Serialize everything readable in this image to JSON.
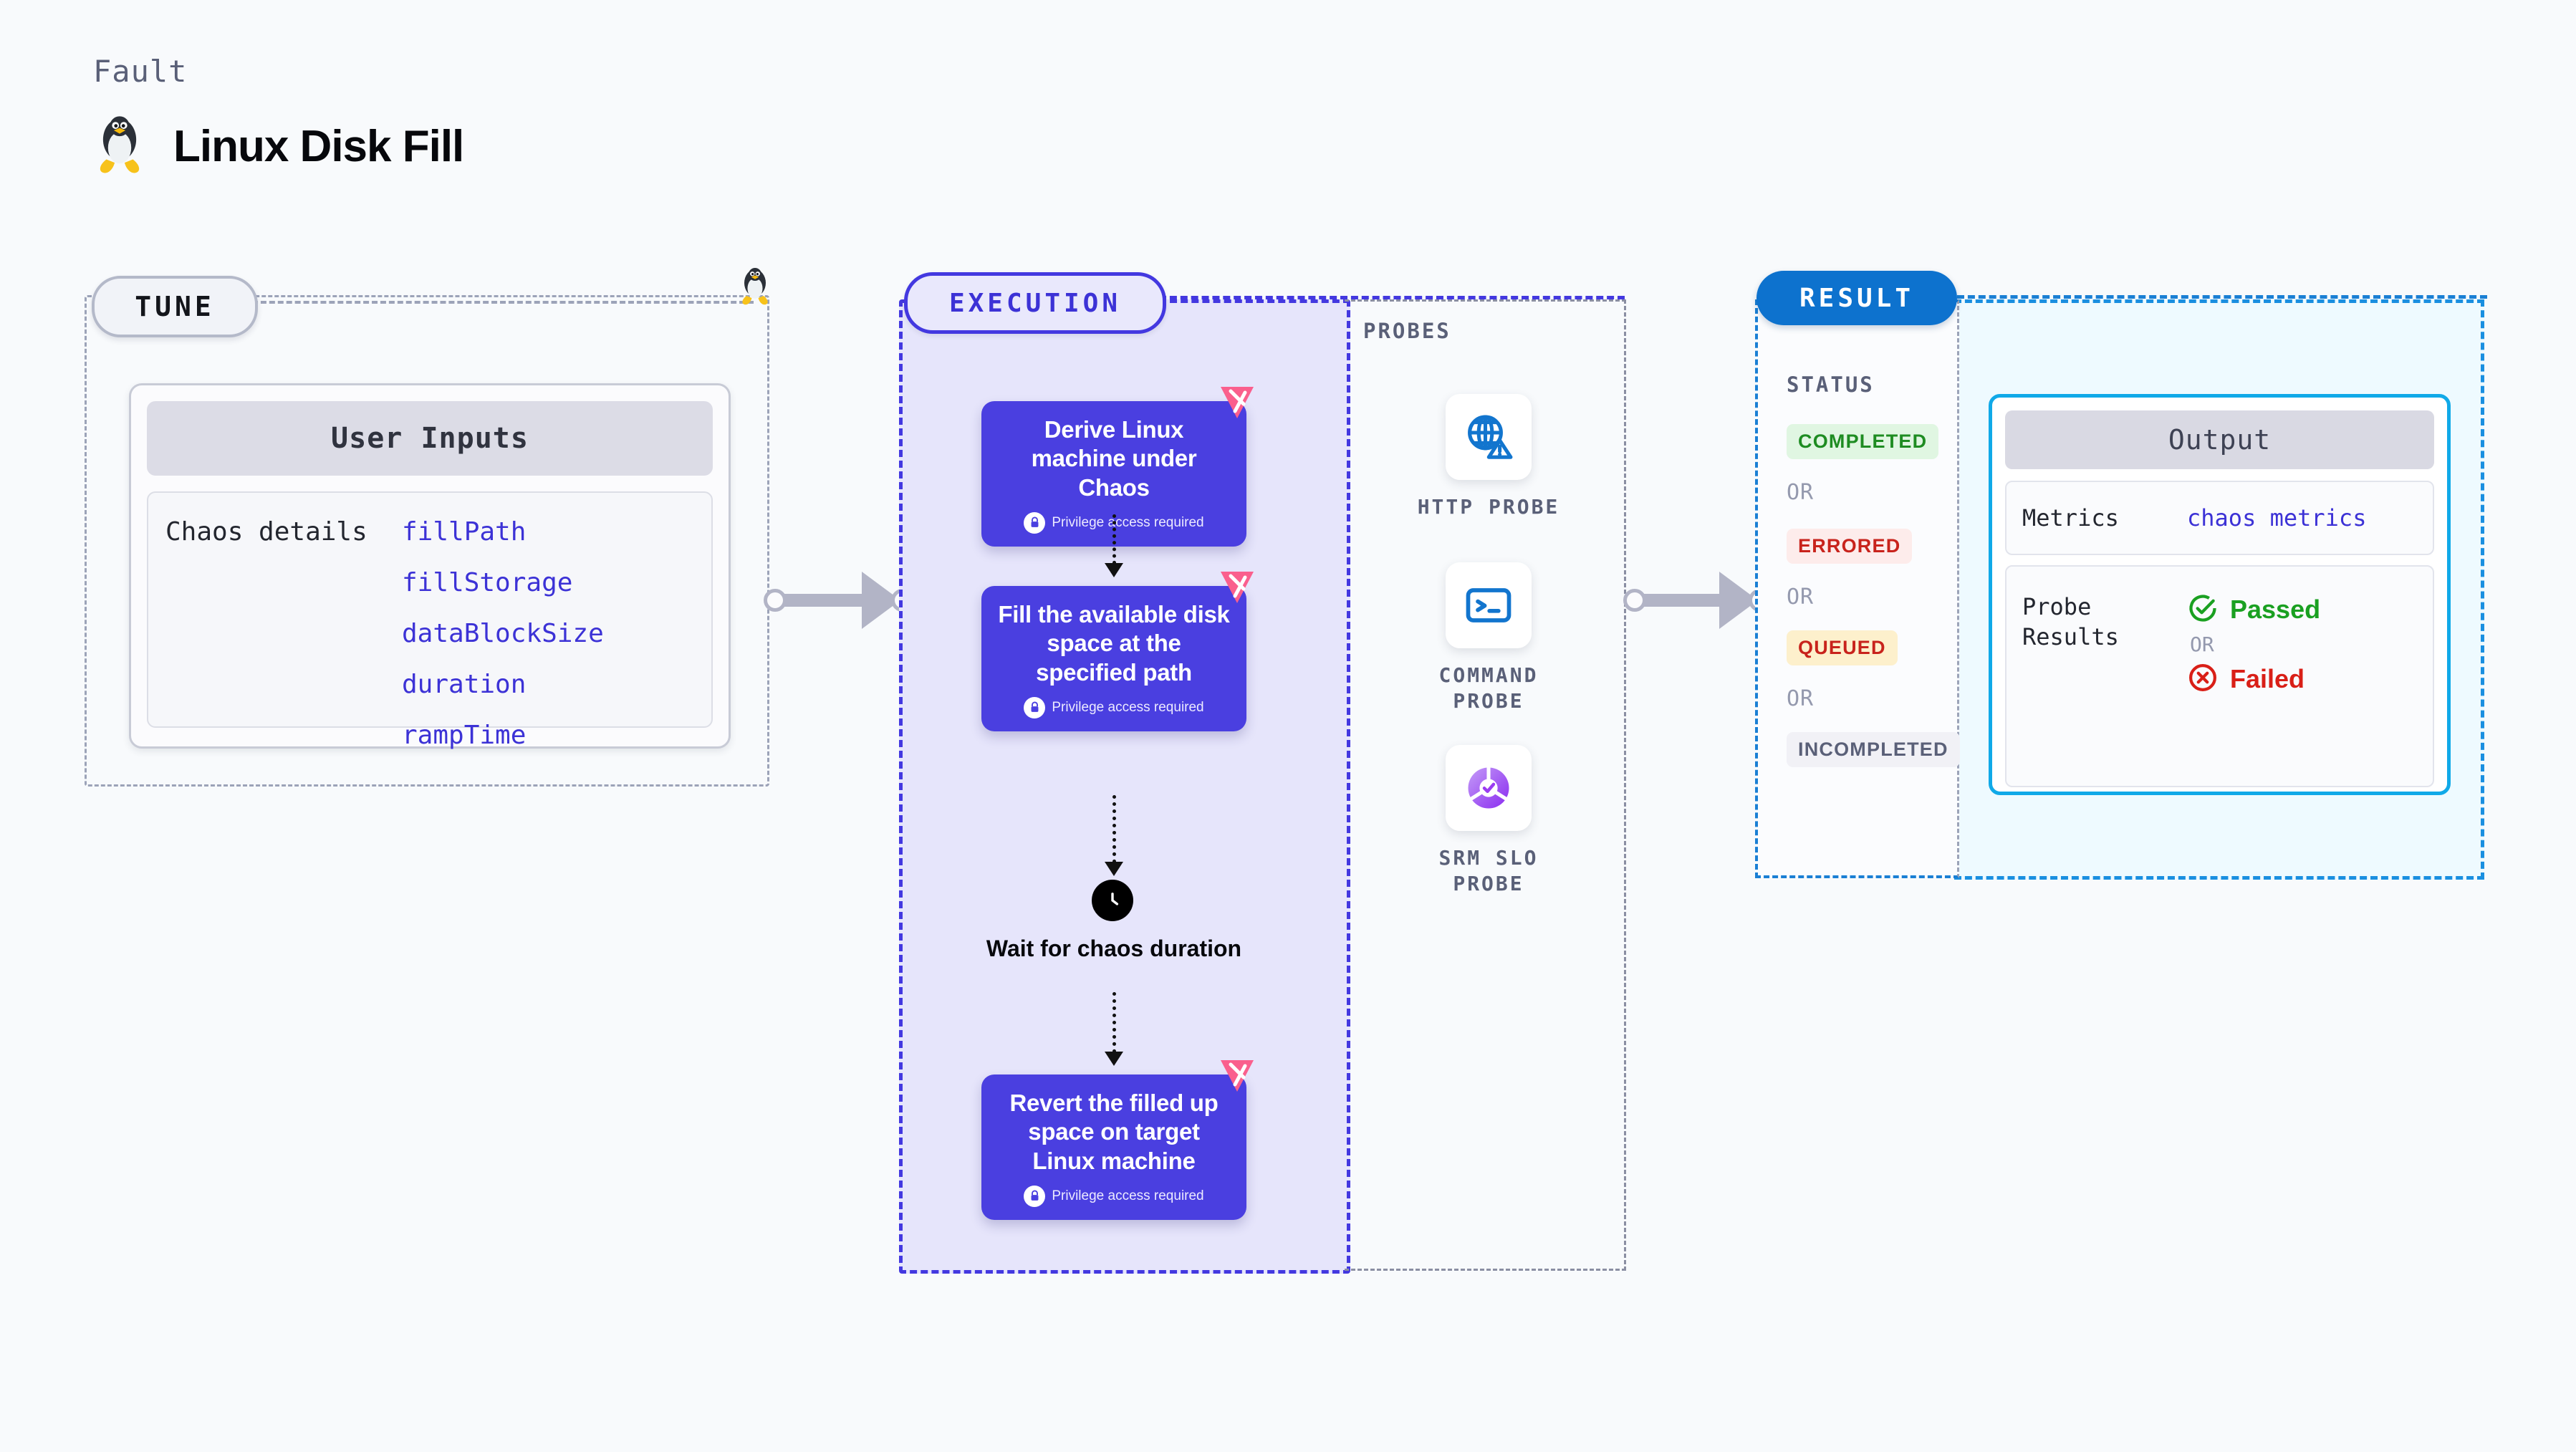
{
  "header": {
    "fault_label": "Fault",
    "title": "Linux Disk Fill",
    "icon": "linux-penguin-icon"
  },
  "tune": {
    "badge": "TUNE",
    "card": {
      "header": "User Inputs",
      "row_label": "Chaos details",
      "params": [
        "fillPath",
        "fillStorage",
        "dataBlockSize",
        "duration",
        "rampTime"
      ]
    }
  },
  "execution": {
    "badge": "EXECUTION",
    "privilege_note": "Privilege access required",
    "steps": [
      {
        "title": "Derive Linux machine under Chaos",
        "privileged": true
      },
      {
        "title": "Fill the available disk space at the specified path",
        "privileged": true
      },
      {
        "title": "Revert the filled up space on target Linux machine",
        "privileged": true
      }
    ],
    "wait": {
      "label": "Wait for chaos duration",
      "icon": "clock-icon"
    }
  },
  "probes": {
    "label": "PROBES",
    "items": [
      {
        "label": "HTTP PROBE",
        "icon": "globe-warning-icon"
      },
      {
        "label": "COMMAND PROBE",
        "icon": "terminal-icon"
      },
      {
        "label": "SRM SLO PROBE",
        "icon": "slo-check-icon"
      }
    ]
  },
  "result": {
    "badge": "RESULT",
    "status_label": "STATUS",
    "or_label": "OR",
    "statuses": [
      {
        "label": "COMPLETED",
        "color": "#1e8c22",
        "bg": "#e0f6e2"
      },
      {
        "label": "ERRORED",
        "color": "#c8231c",
        "bg": "#fdeceb"
      },
      {
        "label": "QUEUED",
        "color": "#c8231c",
        "bg": "#fdf0cc"
      },
      {
        "label": "INCOMPLETED",
        "color": "#5a6078",
        "bg": "#f1f1f6"
      }
    ],
    "output": {
      "header": "Output",
      "metrics_label": "Metrics",
      "metrics_value": "chaos metrics",
      "probe_results_label": "Probe Results",
      "passed_label": "Passed",
      "failed_label": "Failed",
      "or_label": "OR"
    }
  },
  "colors": {
    "execution_accent": "#4338e0",
    "result_accent": "#1a8fe0",
    "tune_accent": "#9ca3b8",
    "step_box": "#4a3fe0",
    "litmus_pink": "#fa5f8d"
  }
}
